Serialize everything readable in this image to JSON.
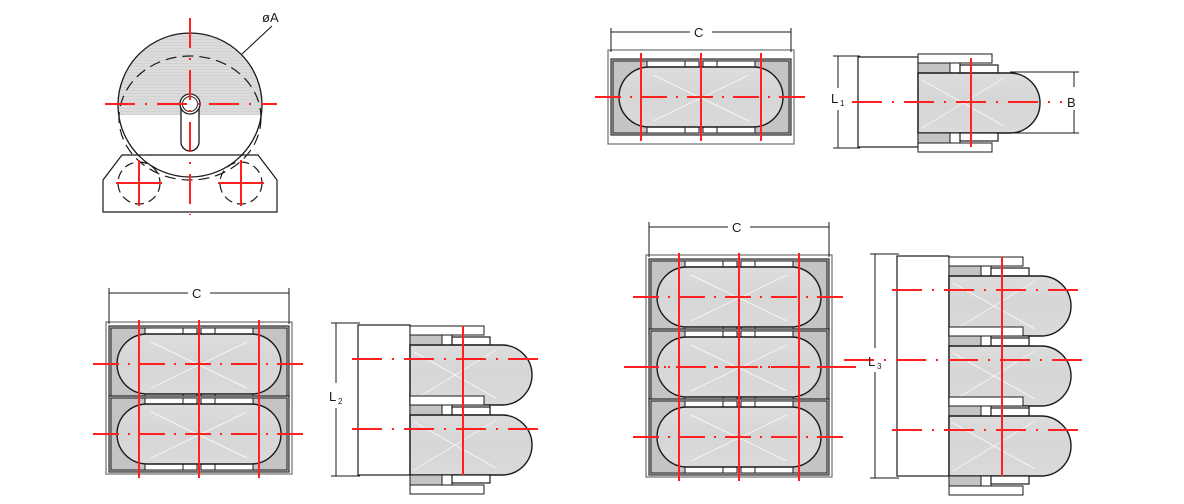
{
  "drawing": {
    "title": "Mounted bearing unit multi-view engineering drawing",
    "background_color": "#ffffff",
    "line_color": "#1a1a1a",
    "thin_line_color": "#6e6e6e",
    "centerline_color": "#ff2020",
    "body_fill": "#d9d9d9",
    "light_fill": "#e6e6e6",
    "dark_fill": "#b8b8b8",
    "views": [
      {
        "id": "view-end-section",
        "name": "end-section-view",
        "position": "top-left",
        "labels": [
          "øA"
        ]
      },
      {
        "id": "view-single-front",
        "name": "single-unit-front-view",
        "position": "top-center",
        "labels": [
          "C"
        ]
      },
      {
        "id": "view-single-side",
        "name": "single-unit-side-view",
        "position": "top-right",
        "labels": [
          "L",
          "1",
          "B"
        ]
      },
      {
        "id": "view-double-front",
        "name": "double-unit-front-view",
        "position": "bottom-left",
        "labels": [
          "C"
        ]
      },
      {
        "id": "view-double-side",
        "name": "double-unit-side-view",
        "position": "bottom-center",
        "labels": [
          "L",
          "2"
        ]
      },
      {
        "id": "view-triple-front",
        "name": "triple-unit-front-view",
        "position": "bottom-center-right",
        "labels": [
          "C"
        ]
      },
      {
        "id": "view-triple-side",
        "name": "triple-unit-side-view",
        "position": "bottom-right",
        "labels": [
          "L",
          "3"
        ]
      }
    ]
  },
  "dimensions": {
    "diameter_a": "øA",
    "width_c_top": "C",
    "width_c_double": "C",
    "width_c_triple": "C",
    "height_l1_base": "L",
    "height_l1_sub": "1",
    "height_l2_base": "L",
    "height_l2_sub": "2",
    "height_l3_base": "L",
    "height_l3_sub": "3",
    "depth_b": "B"
  }
}
